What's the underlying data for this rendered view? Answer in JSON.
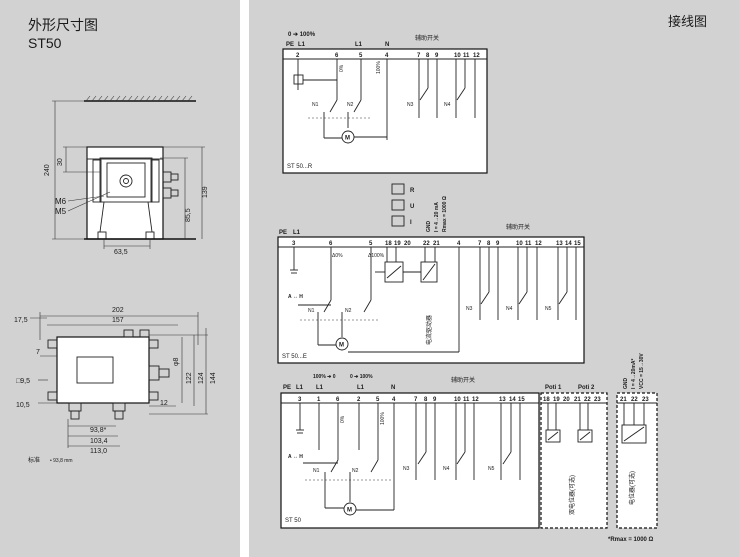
{
  "left_panel": {
    "title": "外形尺寸图",
    "model": "ST50",
    "front_dims": {
      "height": "240",
      "upper": "30",
      "side_h": "85,5",
      "total_h": "139",
      "width": "63,5",
      "screw1": "M6",
      "screw2": "M5"
    },
    "top_dims": {
      "width_total": "202",
      "width_inner": "157",
      "left_off": "17,5",
      "left_small": "7",
      "hole": "□9,5",
      "bottom_off": "10,5",
      "right_gap": "12",
      "dia": "φ8",
      "h1": "122",
      "h2": "124",
      "h3": "144",
      "w1": "93,8*",
      "w2": "103,4",
      "w3": "113,0"
    },
    "note_label": "标准",
    "note_value": "• 93,8 mm"
  },
  "right_panel": {
    "title": "接线图",
    "d1": {
      "range": "0 ➔ 100%",
      "pe": "PE",
      "l1": "L1",
      "l1b": "L1",
      "n": "N",
      "aux": "辅助开关",
      "terminals": [
        "2",
        "6",
        "5",
        "4",
        "7",
        "8",
        "9",
        "10",
        "11",
        "12"
      ],
      "pct1": "0%",
      "pct2": "100%",
      "n1": "N1",
      "n2": "N2",
      "n3": "N3",
      "n4": "N4",
      "motor": "M",
      "name": "ST 50...R"
    },
    "legend": {
      "r": "R",
      "u": "U",
      "i": "I",
      "gnd": "GND",
      "ma": "I = 4→20 mA",
      "rmax": "Rmax = 1000 Ω"
    },
    "d2": {
      "pe": "PE",
      "l1": "L1",
      "aux": "辅助开关",
      "terminals": [
        "3",
        "6",
        "5",
        "18",
        "19",
        "20",
        "22",
        "21",
        "4",
        "7",
        "8",
        "9",
        "10",
        "11",
        "12",
        "13",
        "14",
        "15"
      ],
      "pct1": "Δ0%",
      "pct2": "Δ100%",
      "ah": "A ↔ H",
      "n1": "N1",
      "n2": "N2",
      "n3": "N3",
      "n4": "N4",
      "n5": "N5",
      "motor": "M",
      "module": "电流驱动器",
      "name": "ST 50...E"
    },
    "d3": {
      "range1": "100% ➔ 0",
      "range2": "0 ➔ 100%",
      "pe": "PE",
      "l1a": "L1",
      "l1b": "L1",
      "l1c": "L1",
      "n": "N",
      "aux": "辅助开关",
      "terminals": [
        "3",
        "1",
        "6",
        "2",
        "5",
        "4",
        "7",
        "8",
        "9",
        "10",
        "11",
        "12",
        "13",
        "14",
        "15"
      ],
      "pct1": "0%",
      "pct2": "100%",
      "ah": "A ↔ H",
      "n1": "N1",
      "n2": "N2",
      "n3": "N3",
      "n4": "N4",
      "n5": "N5",
      "motor": "M",
      "name": "ST 50",
      "poti1": "Poti 1",
      "poti2": "Poti 2",
      "poti_terms": [
        "18",
        "19",
        "20",
        "21",
        "22",
        "23"
      ],
      "poti_note": "双电位器(可选)",
      "gnd": "GND",
      "ma": "I = 4→20mA*",
      "vcc": "VCC = 15→30V",
      "cur_terms": [
        "21",
        "22",
        "23"
      ],
      "cur_note": "电位器(可选)",
      "rmax": "*Rmax = 1000 Ω"
    }
  }
}
